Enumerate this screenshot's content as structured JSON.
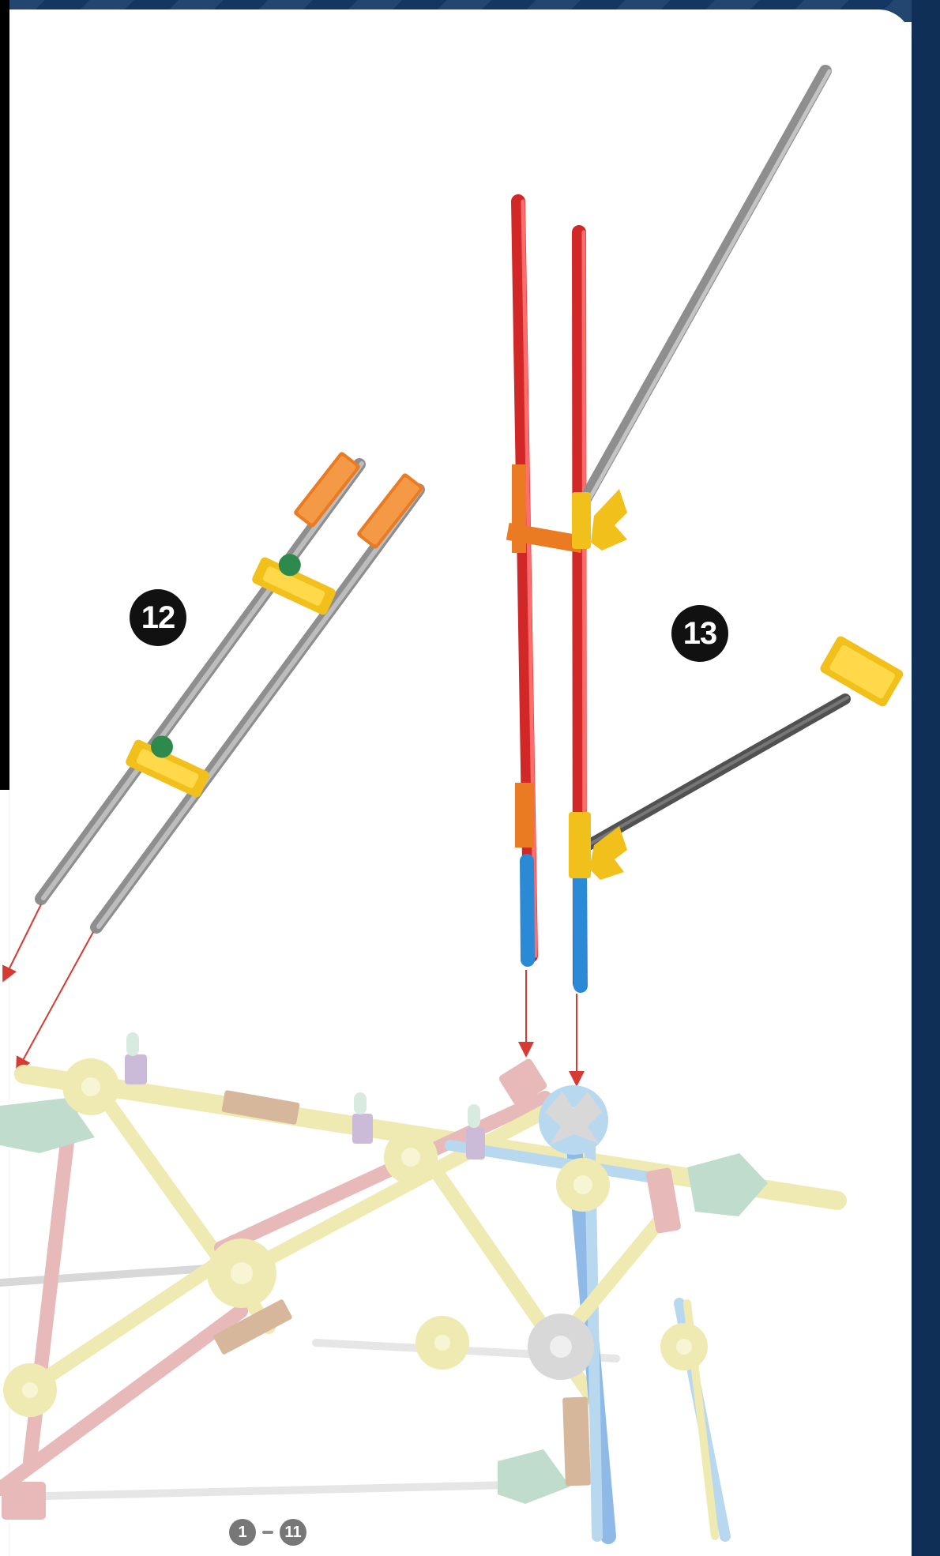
{
  "document": {
    "steps": {
      "step12": "12",
      "step13": "13"
    },
    "range": {
      "start": "1",
      "separator": "-",
      "end": "11"
    },
    "colors": {
      "header": "#143a66",
      "arrow": "#d73a32",
      "rod_red": "#e52d2d",
      "rod_blue": "#2b8ad6",
      "rod_gray": "#a3a3a3",
      "rod_dark": "#5f5f5f",
      "connector_orange": "#ea7b23",
      "connector_yellow": "#f2c01a",
      "connector_green": "#2e8a4c",
      "base_yellow": "#efeab0",
      "base_pink": "#e7b9b8",
      "base_mint": "#bfdccc",
      "base_blue": "#b7d8ef",
      "base_gray": "#d8d8d8",
      "base_purple": "#cbb9d9",
      "base_tan": "#d7b69b"
    }
  }
}
